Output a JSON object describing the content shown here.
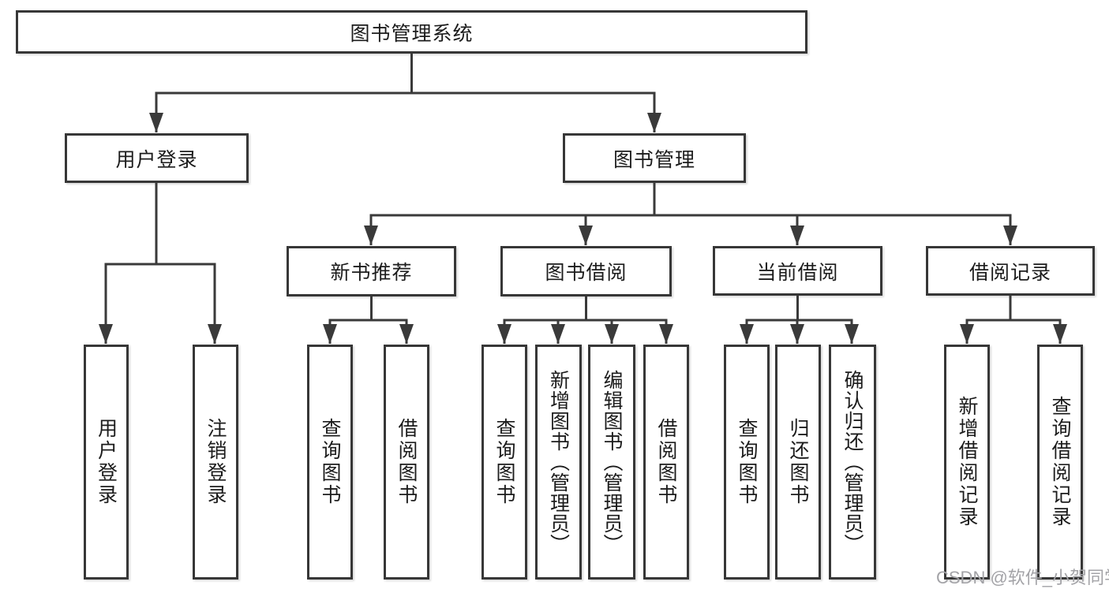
{
  "watermark": "CSDN @软件_小贺同学",
  "colors": {
    "line": "#3a3a3a",
    "border": "#373737",
    "text": "#1c1c1c",
    "watermark": "#a3a3a7"
  },
  "tree": {
    "label": "图书管理系统",
    "children": [
      {
        "label": "用户登录",
        "children": [
          {
            "label": "用户登录"
          },
          {
            "label": "注销登录"
          }
        ]
      },
      {
        "label": "图书管理",
        "children": [
          {
            "label": "新书推荐",
            "children": [
              {
                "label": "查询图书"
              },
              {
                "label": "借阅图书"
              }
            ]
          },
          {
            "label": "图书借阅",
            "children": [
              {
                "label": "查询图书"
              },
              {
                "label": "新增图书（管理员）"
              },
              {
                "label": "编辑图书（管理员）"
              },
              {
                "label": "借阅图书"
              }
            ]
          },
          {
            "label": "当前借阅",
            "children": [
              {
                "label": "查询图书"
              },
              {
                "label": "归还图书"
              },
              {
                "label": "确认归还（管理员）"
              }
            ]
          },
          {
            "label": "借阅记录",
            "children": [
              {
                "label": "新增借阅记录"
              },
              {
                "label": "查询借阅记录"
              }
            ]
          }
        ]
      }
    ]
  }
}
